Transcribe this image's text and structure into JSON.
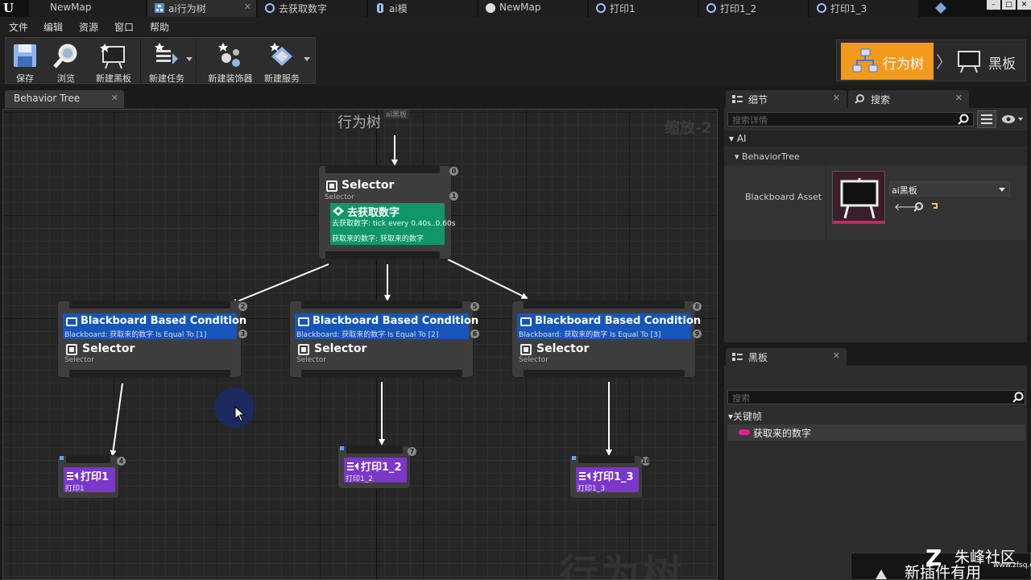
{
  "window_tabs": [
    {
      "label": "NewMap"
    },
    {
      "label": "ai行为树"
    },
    {
      "label": "去获取数字"
    },
    {
      "label": "ai模"
    },
    {
      "label": "NewMap"
    },
    {
      "label": "打印1"
    },
    {
      "label": "打印1_2"
    },
    {
      "label": "打印1_3"
    }
  ],
  "menu": [
    "文件",
    "编辑",
    "资源",
    "窗口",
    "帮助"
  ],
  "toolbar": {
    "save": "保存",
    "browse": "浏览",
    "new_blackboard": "新建黑板",
    "new_task": "新建任务",
    "new_decorator": "新建装饰器",
    "new_service": "新建服务"
  },
  "modes": {
    "behavior_tree": "行为树",
    "blackboard": "黑板"
  },
  "graph": {
    "tab_label": "Behavior Tree",
    "title": "行为树",
    "title_small": "ai黑板",
    "zoom": "缩放-2",
    "watermark": "行为树",
    "root_selector": {
      "title": "Selector",
      "sub": "Selector",
      "badge_top": "0",
      "badge_mid": "1",
      "service": {
        "title": "去获取数字",
        "line1": "去获取数字: tick every 0.40s..0.60s",
        "line2": "获取来的数字: 获取来的数字"
      }
    },
    "branches": [
      {
        "badge_top": "2",
        "badge_mid": "3",
        "decorator_title": "Blackboard Based Condition",
        "decorator_sub": "Blackboard: 获取来的数字 Is Equal To [1]",
        "selector_title": "Selector",
        "selector_sub": "Selector",
        "task_title": "打印1",
        "task_sub": "打印1",
        "task_badge": "4"
      },
      {
        "badge_top": "5",
        "badge_mid": "6",
        "decorator_title": "Blackboard Based Condition",
        "decorator_sub": "Blackboard: 获取来的数字 Is Equal To [2]",
        "selector_title": "Selector",
        "selector_sub": "Selector",
        "task_title": "打印1_2",
        "task_sub": "打印1_2",
        "task_badge": "7"
      },
      {
        "badge_top": "8",
        "badge_mid": "9",
        "decorator_title": "Blackboard Based Condition",
        "decorator_sub": "Blackboard: 获取来的数字 Is Equal To [3]",
        "selector_title": "Selector",
        "selector_sub": "Selector",
        "task_title": "打印1_3",
        "task_sub": "打印1_3",
        "task_badge": "10"
      }
    ]
  },
  "details": {
    "tab_details": "细节",
    "tab_search": "搜索",
    "search_placeholder": "搜索详情",
    "category": "AI",
    "subcategory": "BehaviorTree",
    "property_name": "Blackboard Asset",
    "asset_value": "ai黑板"
  },
  "blackboard": {
    "tab": "黑板",
    "search_placeholder": "搜索",
    "category": "关键帧",
    "keys": [
      "获取来的数字"
    ]
  },
  "corner_watermark": {
    "brand": "朱峰社区",
    "slogan": "新插件有用",
    "url": "www.zfsq.com"
  },
  "colors": {
    "accent_orange": "#f29a1c",
    "decorator_blue": "#1656b8",
    "service_green": "#11956b",
    "task_purple": "#7a37c8",
    "key_pink": "#e21c9b"
  }
}
